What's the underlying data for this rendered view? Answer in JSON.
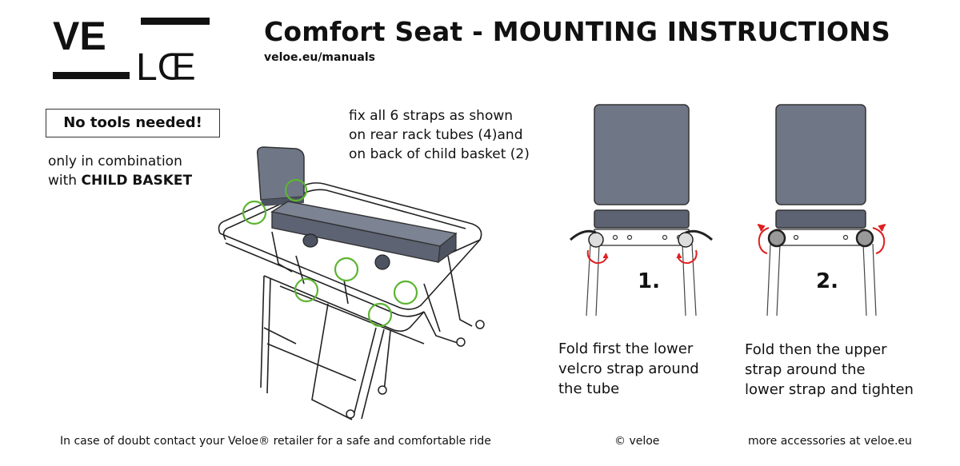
{
  "logo": {
    "top": "VE",
    "bottom": "LŒ",
    "alt": "VELOE logo"
  },
  "header": {
    "title": "Comfort Seat - MOUNTING INSTRUCTIONS",
    "url": "veloe.eu/manuals"
  },
  "left": {
    "no_tools": "No tools needed!",
    "combination_line1": "only in combination",
    "combination_line2_prefix": "with ",
    "combination_line2_bold": "CHILD BASKET"
  },
  "straps_note": [
    "fix all 6 straps as shown",
    "on rear rack tubes (4)and",
    "on back of child basket (2)"
  ],
  "steps": [
    {
      "number": "1.",
      "lines": [
        "Fold first the lower",
        "velcro strap around",
        "the tube"
      ]
    },
    {
      "number": "2.",
      "lines": [
        "Fold then the upper",
        "strap around the",
        "lower strap and tighten"
      ]
    }
  ],
  "footer": {
    "left": "In case of doubt contact your Veloe® retailer for a safe and comfortable ride",
    "center": "© veloe",
    "right": "more accessories at veloe.eu"
  },
  "colors": {
    "seat": "#6f7686",
    "circle": "#5cb531",
    "arrow": "#e02020"
  }
}
